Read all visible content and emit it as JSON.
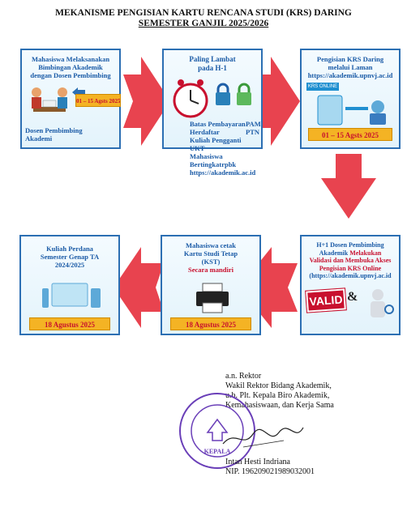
{
  "title": {
    "line1": "MEKANISME PENGISIAN KARTU RENCANA STUDI (KRS) DARING",
    "line2": "SEMESTER GANJIL 2025/2026"
  },
  "steps": [
    {
      "text_lines": [
        "Mahasiswa Melaksanakan",
        "Bimbingan Akademik",
        "dengan Dosen Pembimbing"
      ],
      "date": "01 – 15 Agsts 2025",
      "bottom_lines": [
        "Dosen Pembimbing",
        "Akademi"
      ]
    },
    {
      "text_lines": [
        "Paling Lambat",
        "pada H-1"
      ],
      "note_lines": [
        "Batas Pembayaran Herdaftar",
        "Kuliah Pengganti UKT",
        "Mahasiswa Bertingkatrpbk",
        "PAM",
        "PTN",
        "https://akademik.ac.id"
      ]
    },
    {
      "text_lines": [
        "Pengisian KRS Daring",
        "melalui Laman",
        "https://akademik.upnvj.ac.id"
      ],
      "krs_label": "KRS ONLINE",
      "date": "01 – 15 Agsts 2025"
    },
    {
      "text_lines": [
        "H+1 Dosen Pembimbing"
      ],
      "akademik_label": "Akademik",
      "melakukan_label": "Melakukan",
      "red_lines": [
        "Validasi dan Membuka Akses",
        "Pengisian KRS Online"
      ],
      "url": "(https://akademik.upnvj.ac.id",
      "valid_label": "VALID",
      "amp_label": "&"
    },
    {
      "text_lines": [
        "Mahasiswa cetak",
        "Kartu Studi Tetap",
        "(KST)"
      ],
      "red_text": "Secara mandiri",
      "date": "18 Agustus 2025"
    },
    {
      "text_lines": [
        "Kuliah Perdana",
        "Semester Genap TA",
        "2024/2025"
      ],
      "date": "18 Agustus 2025"
    }
  ],
  "signature": {
    "lines": [
      "a.n. Rektor",
      "Wakil Rektor Bidang Akademik,",
      "u.b. Plt. Kepala Biro Akademik,",
      "Kemahasiswaan, dan Kerja Sama"
    ],
    "name": "Intan Hesti Indriana",
    "nip": "NIP. 196209021989032001",
    "stamp_label": "KEPALA"
  },
  "colors": {
    "arrow": "#e8434f",
    "card_border": "#2c6fb3",
    "date_bg": "#f4b324",
    "stamp": "#6a3fb8"
  }
}
